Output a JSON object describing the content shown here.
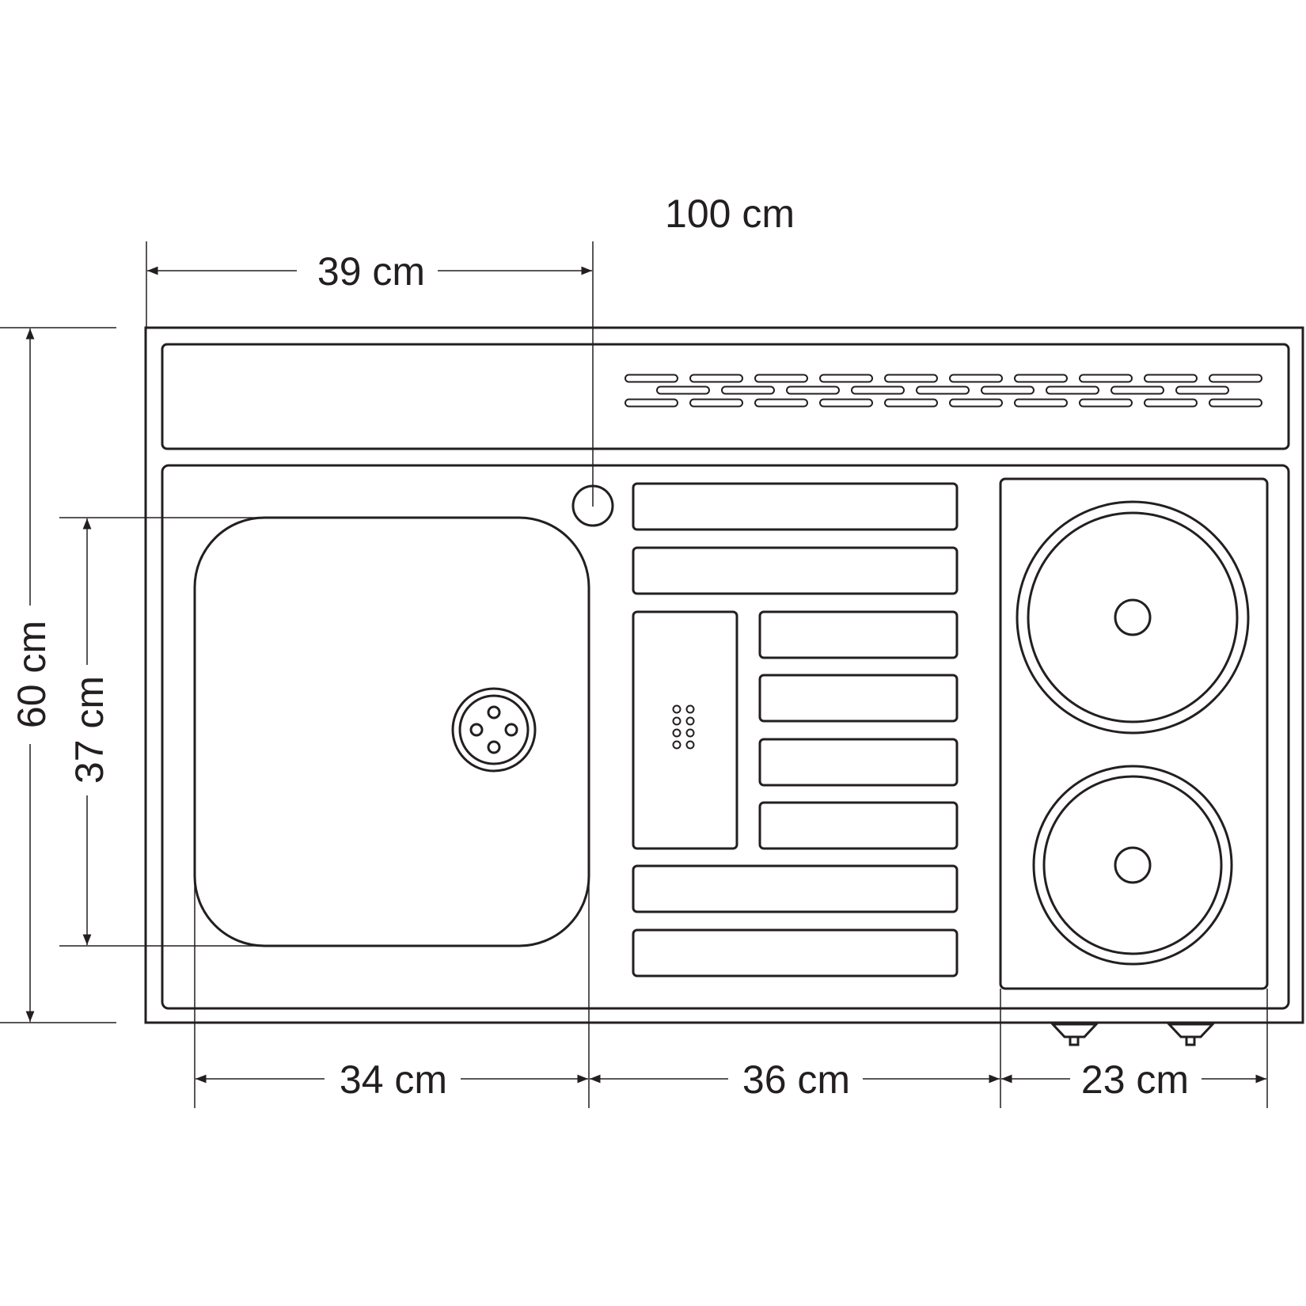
{
  "dimensions": {
    "total_width": "100 cm",
    "left_width": "39 cm",
    "total_depth": "60 cm",
    "sink_depth": "37 cm",
    "sink_width": "34 cm",
    "drainer_width": "36 cm",
    "hob_width": "23 cm"
  },
  "colors": {
    "line": "#231f20",
    "background": "#ffffff"
  }
}
